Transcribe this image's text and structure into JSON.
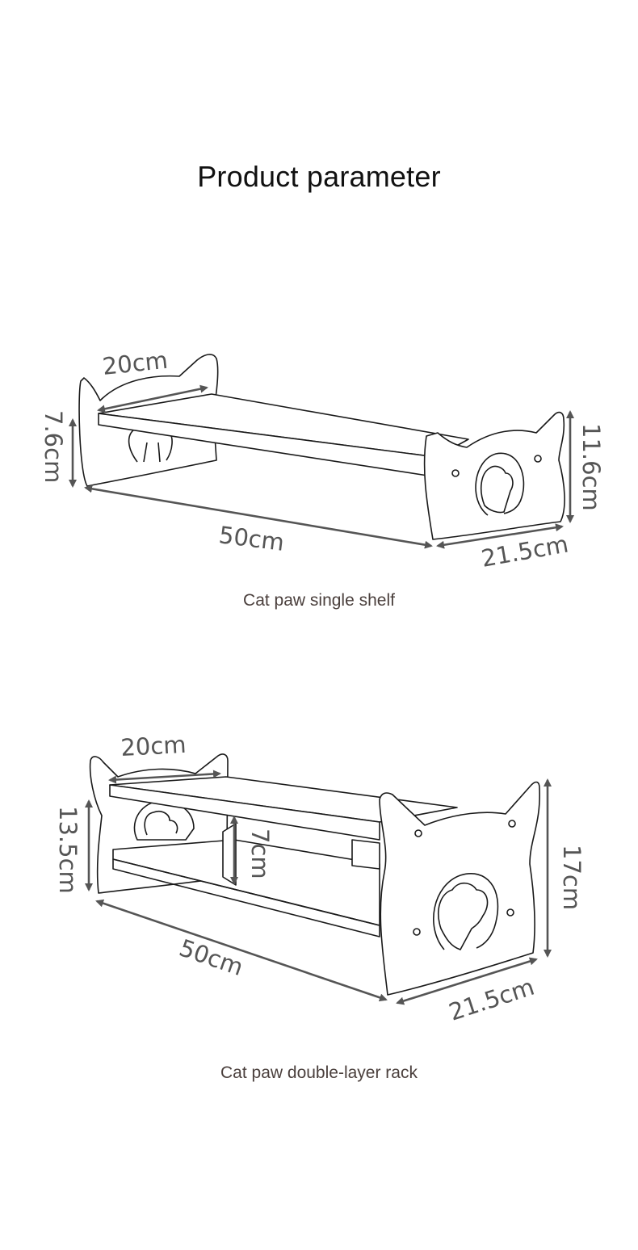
{
  "title": "Product parameter",
  "single_shelf": {
    "caption": "Cat paw single shelf",
    "dimensions": {
      "top_depth": "20cm",
      "side_height": "7.6cm",
      "front_height": "11.6cm",
      "length": "50cm",
      "front_depth": "21.5cm"
    }
  },
  "double_rack": {
    "caption": "Cat paw double-layer rack",
    "dimensions": {
      "top_depth": "20cm",
      "side_height": "13.5cm",
      "layer_gap": "7cm",
      "front_height": "17cm",
      "length": "50cm",
      "front_depth": "21.5cm"
    }
  },
  "colors": {
    "dimension_ink": "#555555",
    "outline_ink": "#1a1a1a",
    "caption_text": "#4a3f3c"
  }
}
